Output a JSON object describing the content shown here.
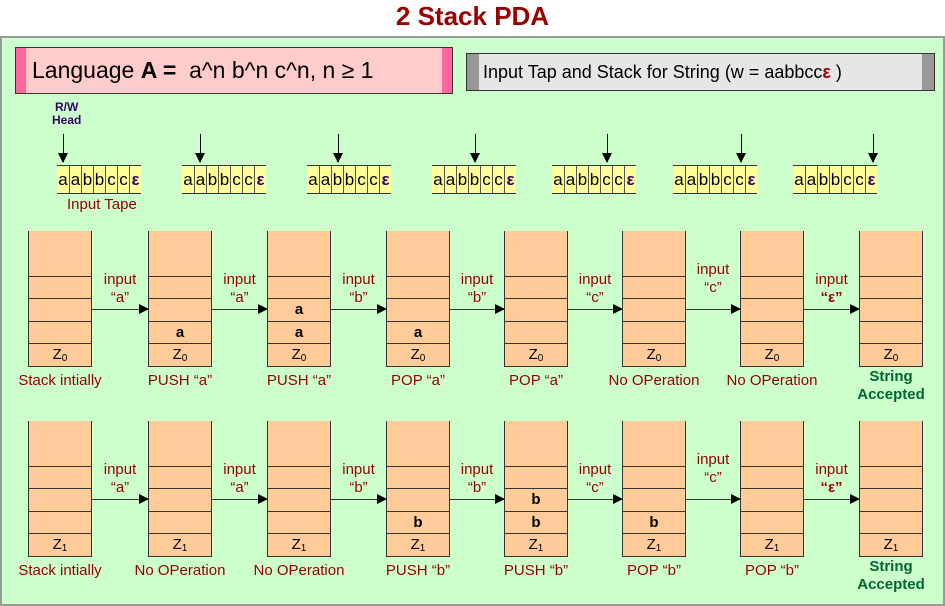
{
  "title": "2 Stack PDA",
  "language": {
    "prefix": "Language ",
    "bold": "A =",
    "rest": "  a^n b^n c^n, n ≥ 1"
  },
  "input_box": {
    "text": "Input Tap and Stack for String (w = aabbcc",
    "eps": "ε",
    "end": " )"
  },
  "rw_head": [
    "R/W",
    "Head"
  ],
  "tape_label": "Input Tape",
  "tape_symbols": [
    "a",
    "a",
    "b",
    "b",
    "c",
    "c",
    "ε"
  ],
  "head_positions": [
    0,
    1,
    2,
    3,
    4,
    5,
    6
  ],
  "stack_rows": [
    {
      "bottom": "Z",
      "bottom_sub": "0",
      "stacks": [
        [],
        [
          "a"
        ],
        [
          "a",
          "a"
        ],
        [
          "a"
        ],
        [],
        [],
        [],
        []
      ],
      "captions": [
        "Stack intially",
        "PUSH “a”",
        "PUSH “a”",
        "POP “a”",
        "POP “a”",
        "No OPeration",
        "No OPeration",
        "String Accepted"
      ],
      "accepted_index": 7
    },
    {
      "bottom": "Z",
      "bottom_sub": "1",
      "stacks": [
        [],
        [],
        [],
        [
          "b"
        ],
        [
          "b",
          "b"
        ],
        [
          "b"
        ],
        [],
        []
      ],
      "captions": [
        "Stack intially",
        "No OPeration",
        "No OPeration",
        "PUSH “b”",
        "PUSH “b”",
        "POP “b”",
        "POP “b”",
        "String Accepted"
      ],
      "accepted_index": 7
    }
  ],
  "transitions": [
    {
      "label": "input",
      "sym": "“a”"
    },
    {
      "label": "input",
      "sym": "“a”"
    },
    {
      "label": "input",
      "sym": "“b”"
    },
    {
      "label": "input",
      "sym": "“b”"
    },
    {
      "label": "input",
      "sym": "“c”"
    },
    {
      "label": "input",
      "sym": "“c”"
    },
    {
      "label": "input",
      "sym": "“ε”"
    }
  ],
  "colors": {
    "title": "#990000",
    "panel": "#ccffcc",
    "stack": "#ffcc99",
    "tape": "#ffff99",
    "accepted": "#006633"
  }
}
